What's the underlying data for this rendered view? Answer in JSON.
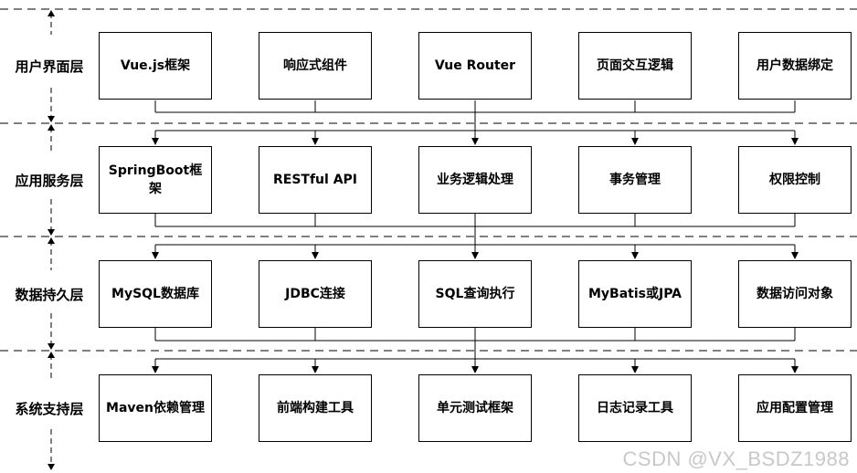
{
  "layers": [
    {
      "label": "用户界面层",
      "items": [
        "Vue.js框架",
        "响应式组件",
        "Vue Router",
        "页面交互逻辑",
        "用户数据绑定"
      ]
    },
    {
      "label": "应用服务层",
      "items": [
        "SpringBoot框架",
        "RESTful API",
        "业务逻辑处理",
        "事务管理",
        "权限控制"
      ]
    },
    {
      "label": "数据持久层",
      "items": [
        "MySQL数据库",
        "JDBC连接",
        "SQL查询执行",
        "MyBatis或JPA",
        "数据访问对象"
      ]
    },
    {
      "label": "系统支持层",
      "items": [
        "Maven依赖管理",
        "前端构建工具",
        "单元测试框架",
        "日志记录工具",
        "应用配置管理"
      ]
    }
  ],
  "watermark": "CSDN @VX_BSDZ1988"
}
